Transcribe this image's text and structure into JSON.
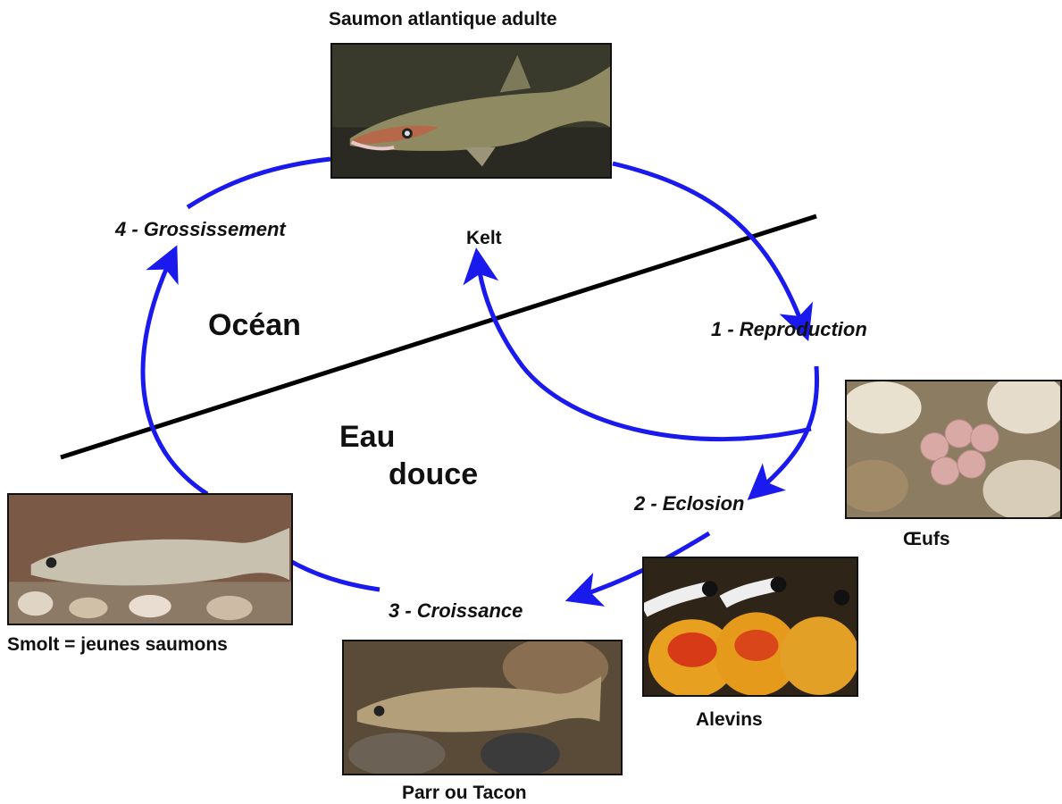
{
  "captions": {
    "adult": "Saumon atlantique adulte",
    "eggs": "Œufs",
    "alevins": "Alevins",
    "parr": "Parr ou Tacon",
    "smolt": "Smolt = jeunes saumons",
    "kelt": "Kelt"
  },
  "steps": {
    "reproduction": "1 - Reproduction",
    "eclosion": "2 - Eclosion",
    "croissance": "3 - Croissance",
    "grossissement": "4 - Grossissement"
  },
  "zones": {
    "ocean": "Océan",
    "freshwater_line1": "Eau",
    "freshwater_line2": "douce"
  },
  "colors": {
    "arrow": "#1a1aee",
    "divider": "#000000"
  }
}
